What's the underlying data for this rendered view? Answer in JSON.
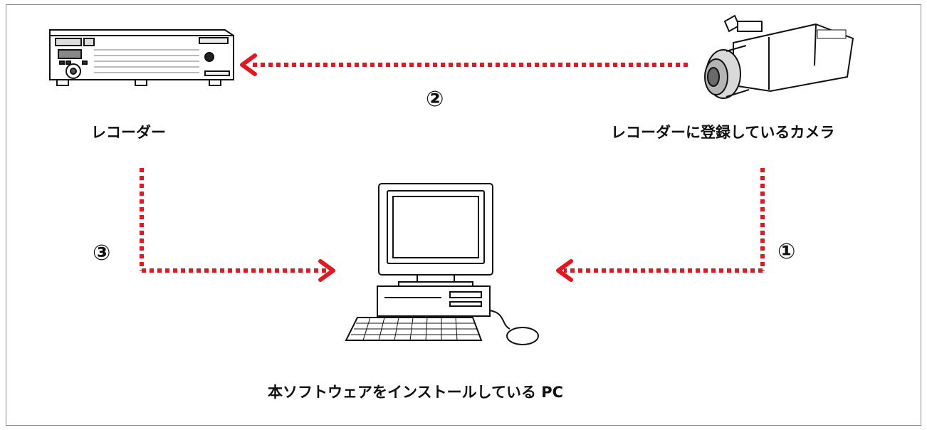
{
  "labels": {
    "recorder": "レコーダー",
    "camera": "レコーダーに登録しているカメラ",
    "pc": "本ソフトウェアをインストールしている PC"
  },
  "steps": {
    "one": "①",
    "two": "②",
    "three": "③"
  },
  "colors": {
    "arrow": "#e8141e",
    "line": "#111111",
    "frame": "#8a8a8a"
  },
  "icons": {
    "recorder": "recorder-icon",
    "camera": "camera-icon",
    "pc": "computer-icon"
  }
}
